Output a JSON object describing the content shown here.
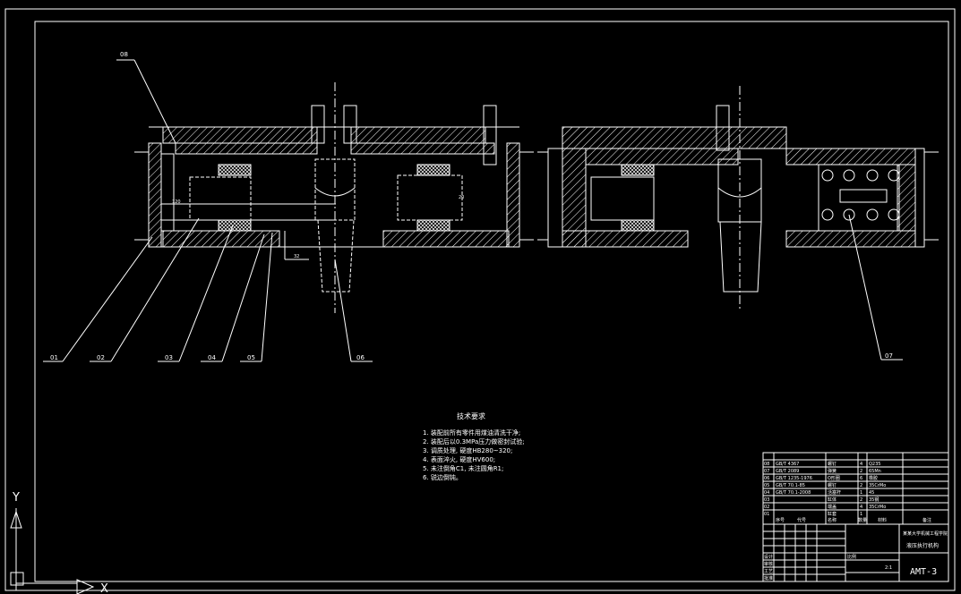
{
  "colors": {
    "background": "#000000",
    "lines": "#ffffff",
    "hatch": "#ffffff"
  },
  "callouts": [
    "01",
    "02",
    "03",
    "04",
    "05",
    "06",
    "07",
    "08"
  ],
  "dimensions": [
    "120",
    "32",
    "20"
  ],
  "tech_req": {
    "title": "技术要求",
    "items": [
      "1. 装配前所有零件用煤油清洗干净;",
      "2. 装配后以0.3MPa压力做密封试验;",
      "3. 调质处理, 硬度HB280~320;",
      "4. 表面淬火, 硬度HV600;",
      "5. 未注倒角C1, 未注圆角R1;",
      "6. 锐边倒钝。"
    ]
  },
  "title_block": {
    "parts_rows": [
      [
        "08",
        "GB/T 4367",
        "螺钉",
        "4",
        "Q235",
        ""
      ],
      [
        "07",
        "GB/T 2089",
        "弹簧",
        "2",
        "65Mn",
        ""
      ],
      [
        "06",
        "GB/T 1235-1976",
        "O形圈",
        "6",
        "橡胶",
        ""
      ],
      [
        "05",
        "GB/T 70.1-85",
        "螺钉",
        "2",
        "35CrMo",
        ""
      ],
      [
        "04",
        "GB/T 70.1-2008",
        "活塞杆",
        "1",
        "45",
        ""
      ],
      [
        "03",
        "",
        "缸体",
        "2",
        "35钢",
        ""
      ],
      [
        "02",
        "",
        "端盖",
        "4",
        "35CrMo",
        ""
      ],
      [
        "01",
        "",
        "缸套",
        "1",
        "",
        ""
      ]
    ],
    "header_cells": [
      "序号",
      "代号",
      "名称",
      "数量",
      "材料",
      "备注"
    ],
    "designer_labels": [
      "设计",
      "审核",
      "工艺",
      "批准"
    ],
    "org_text": "某某大学机械工程学院",
    "drawing_name": "液压执行机构",
    "scale_label": "比例",
    "scale": "2:1",
    "drawing_number": "AMT-3"
  },
  "ucs": {
    "y_label": "Y",
    "x_label": "X"
  }
}
